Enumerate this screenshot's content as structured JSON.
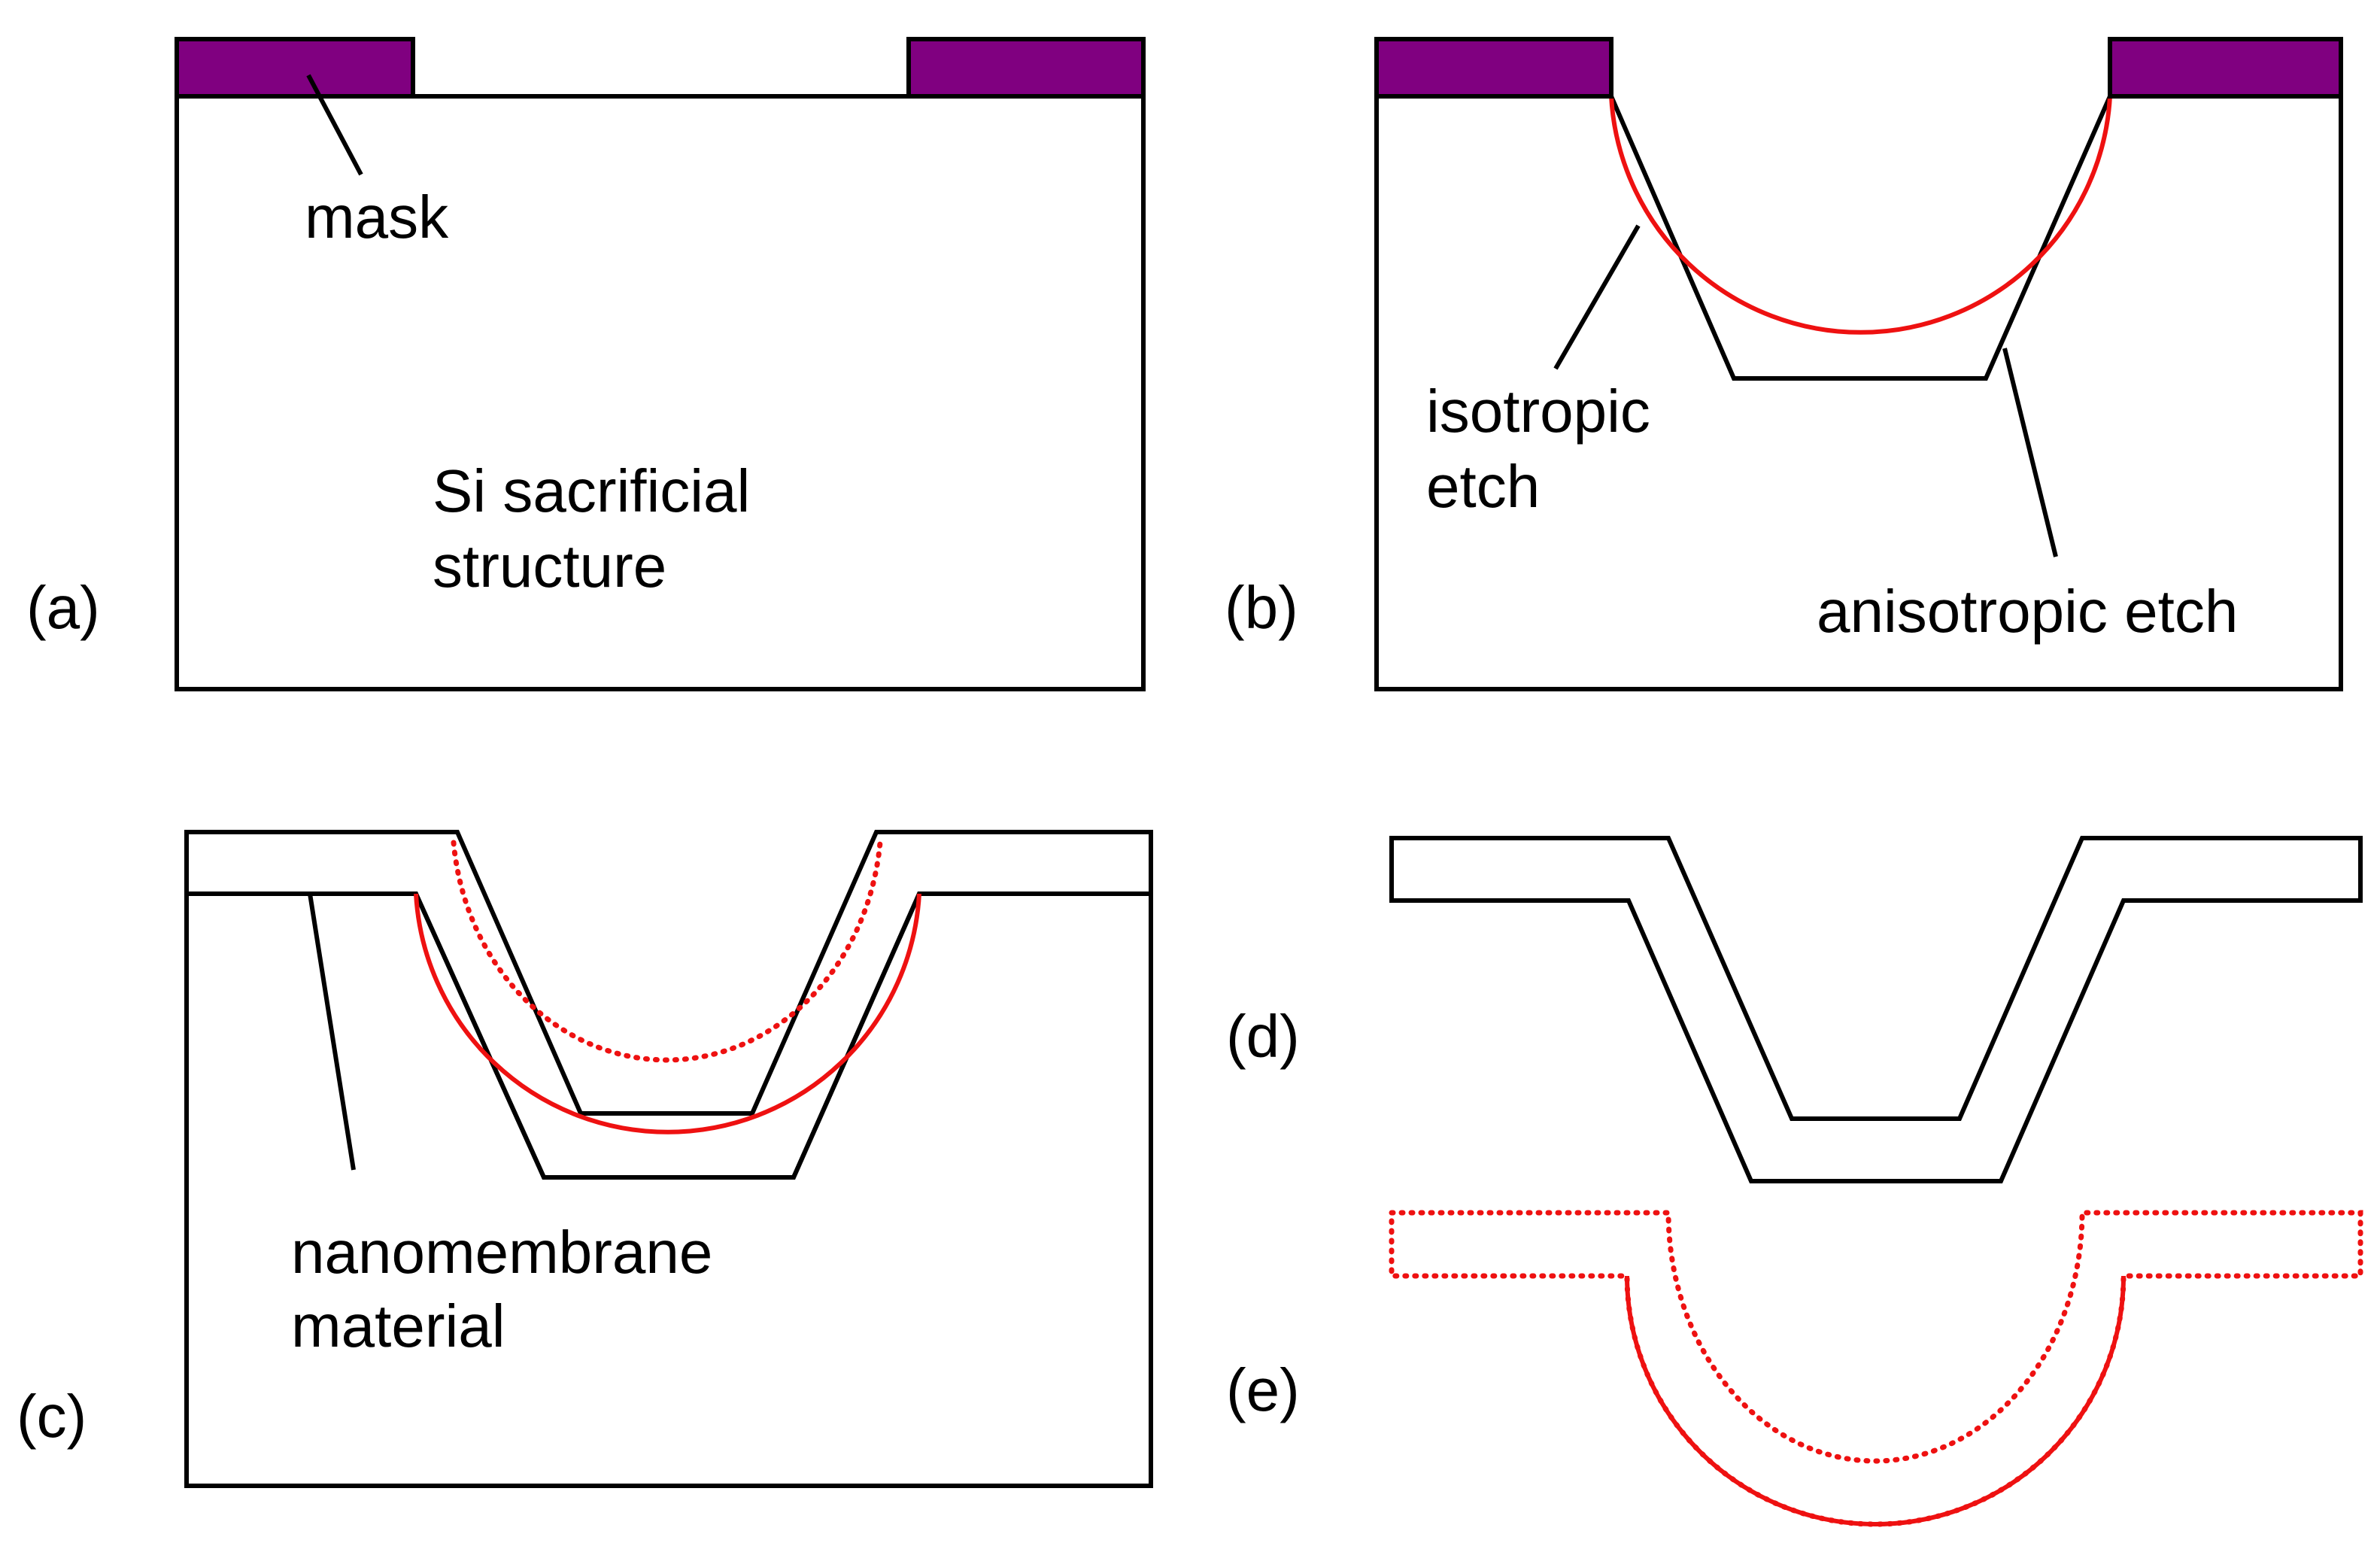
{
  "colors": {
    "mask": "#800080",
    "outline": "#000000",
    "etch": "#ee1111",
    "background": "#ffffff"
  },
  "panels": {
    "a": {
      "label": "(a)",
      "mask": "mask",
      "substrate_line1": "Si sacrificial",
      "substrate_line2": "structure"
    },
    "b": {
      "label": "(b)",
      "isotropic_line1": "isotropic",
      "isotropic_line2": "etch",
      "anisotropic": "anisotropic etch"
    },
    "c": {
      "label": "(c)",
      "material_line1": "nanomembrane",
      "material_line2": "material"
    },
    "d": {
      "label": "(d)"
    },
    "e": {
      "label": "(e)"
    }
  }
}
